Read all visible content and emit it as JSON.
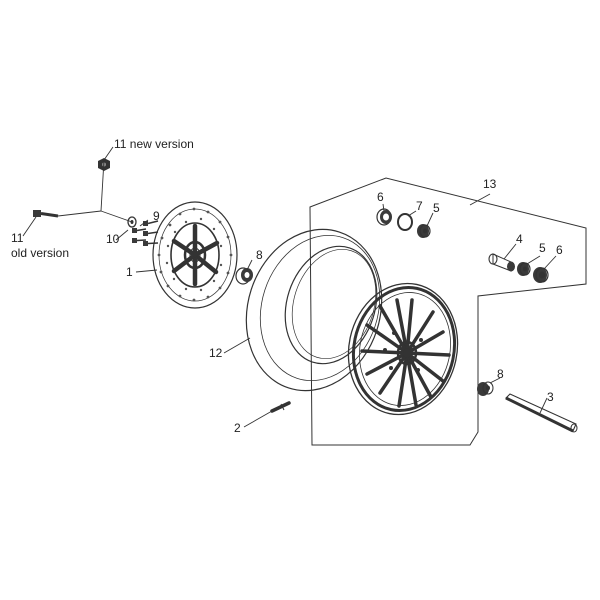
{
  "labels": {
    "p1": "1",
    "p2": "2",
    "p3": "3",
    "p4": "4",
    "p5a": "5",
    "p5b": "5",
    "p6a": "6",
    "p6b": "6",
    "p7": "7",
    "p8a": "8",
    "p8b": "8",
    "p9": "9",
    "p10": "10",
    "p11_new": "11 new version",
    "p11_old_num": "11",
    "p11_old_text": "old version",
    "p12": "12",
    "p13": "13"
  },
  "icons": [
    "brake-disc-icon",
    "tire-icon",
    "wheel-rim-icon",
    "axle-icon",
    "spacer-icon",
    "bearing-icon",
    "seal-icon",
    "circlip-icon",
    "bolt-icon",
    "valve-icon",
    "nut-icon"
  ],
  "colors": {
    "line": "#333333",
    "fill_dark": "#3a3a3a",
    "background": "#ffffff"
  }
}
